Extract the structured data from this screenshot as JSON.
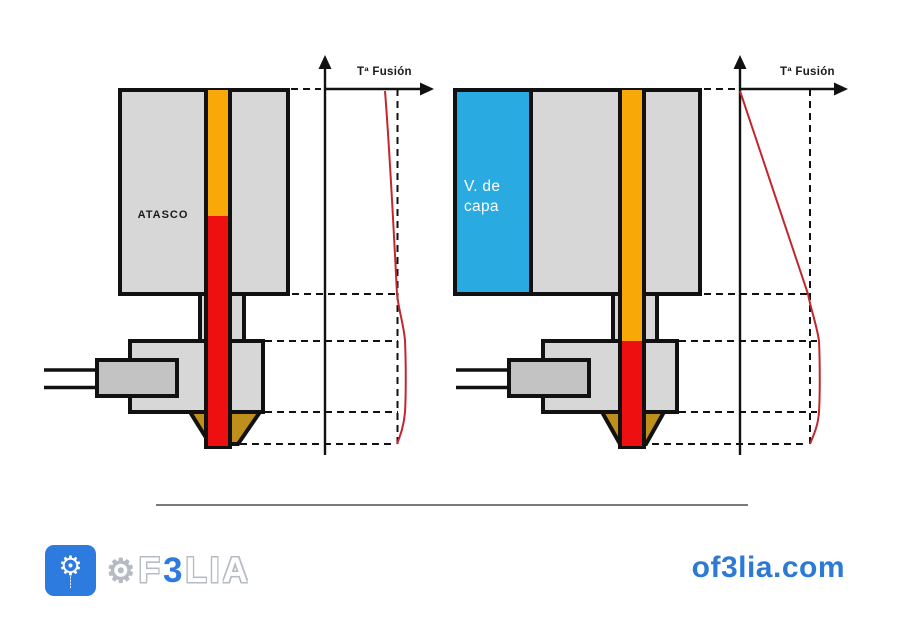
{
  "colors": {
    "metal_gray": "#d7d7d7",
    "cartridge_gray": "#c3c3c3",
    "filament_solid": "#f8a807",
    "filament_molten": "#ee1010",
    "nozzle_brass": "#bf8f1b",
    "fan_blue": "#29abe2",
    "curve_red": "#c1272d",
    "brand_blue": "#2e7be0",
    "website_blue": "#2c7ad3",
    "logo_gray": "#b5bbc2",
    "separator_gray": "#7a7a7a"
  },
  "left_diagram": {
    "jam_label": "ATASCO",
    "axis_label": "Tª Fusión"
  },
  "right_diagram": {
    "fan_label_line1": "V. de",
    "fan_label_line2": "capa",
    "axis_label": "Tª Fusión"
  },
  "footer": {
    "logo": {
      "gear_glyph": "⚙",
      "drip_glyph": "┊",
      "brand_f": "F",
      "brand_3": "3",
      "brand_lia": "LIA"
    },
    "website": "of3lia.com"
  }
}
